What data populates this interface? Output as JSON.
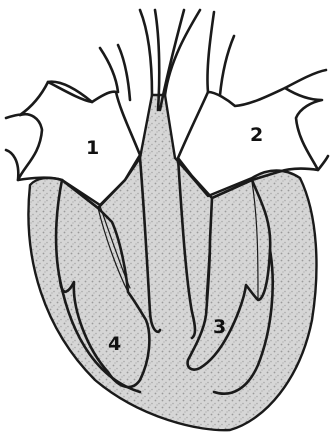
{
  "labels": {
    "chamber_1": "1",
    "chamber_2": "2",
    "chamber_3": "3",
    "chamber_4": "4"
  }
}
